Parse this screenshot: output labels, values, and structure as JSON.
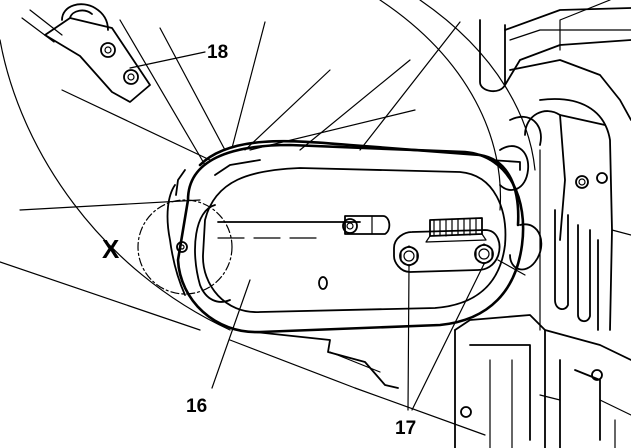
{
  "callouts": {
    "part_16": "16",
    "part_17": "17",
    "part_18": "18",
    "detail_x": "X"
  },
  "colors": {
    "line": "#000000",
    "background": "#ffffff",
    "cover_fill": "#ffffff"
  }
}
